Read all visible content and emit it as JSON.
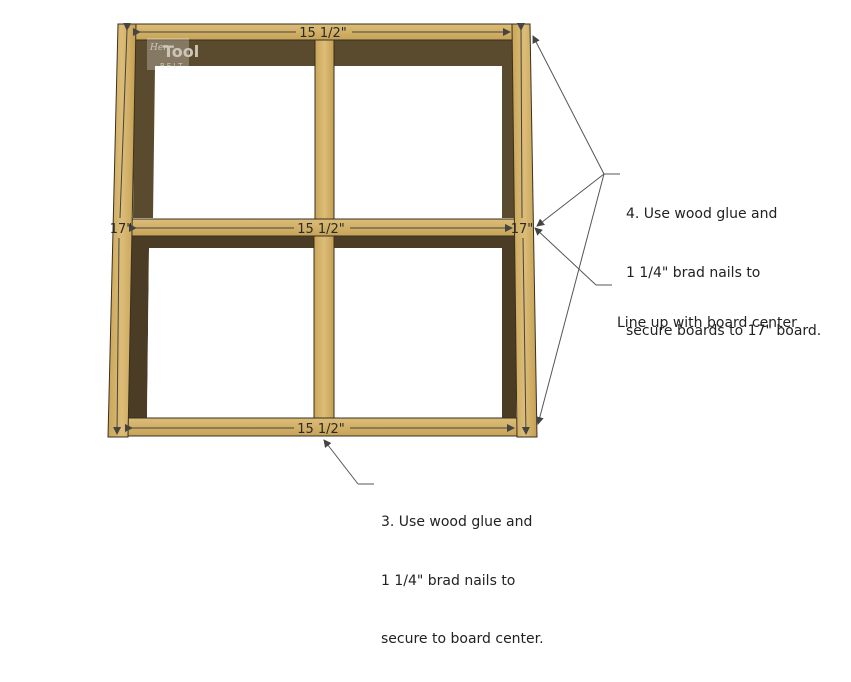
{
  "dimensions": {
    "top": "15 1/2\"",
    "middle": "15 1/2\"",
    "bottom": "15 1/2\"",
    "left_side": "17\"",
    "right_side": "17\""
  },
  "logo": {
    "text": "Her Tool Belt"
  },
  "notes": {
    "step4": [
      "4. Use wood glue and",
      "1 1/4\" brad nails to",
      "secure boards to 17\" board."
    ],
    "center": [
      "Line up with board center"
    ],
    "step3": [
      "3. Use wood glue and",
      "1 1/4\" brad nails to",
      "secure to board center."
    ]
  },
  "colors": {
    "wood": "#d6b46a",
    "wood_dark": "#6a5532",
    "wood_inner": "#4b3d26",
    "edge": "#3a3020",
    "arrow": "#555555"
  }
}
